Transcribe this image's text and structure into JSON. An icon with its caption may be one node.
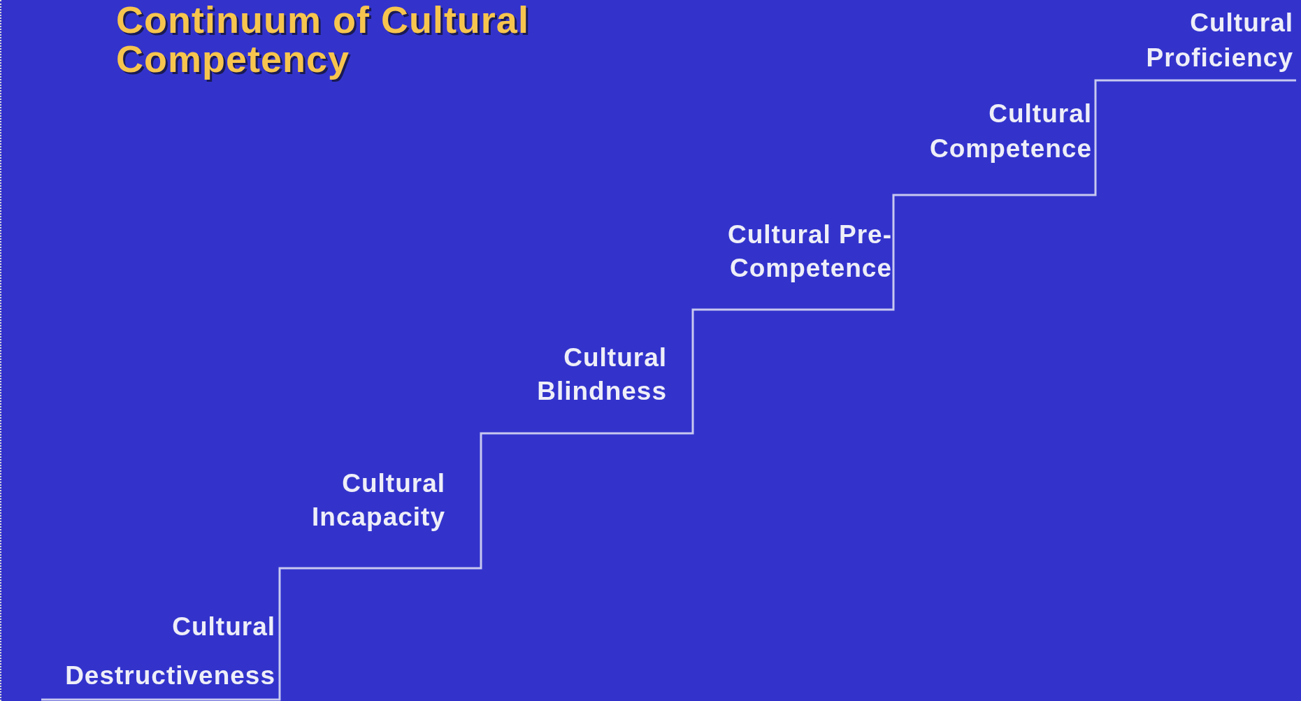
{
  "diagram": {
    "title": "Continuum of Cultural Competency",
    "labels": [
      "Cultural Proficiency",
      "Cultural Competence",
      "Cultural Pre-Competence",
      "Cultural Blindness",
      "Cultural Incapacity",
      "Cultural Destructiveness"
    ]
  }
}
